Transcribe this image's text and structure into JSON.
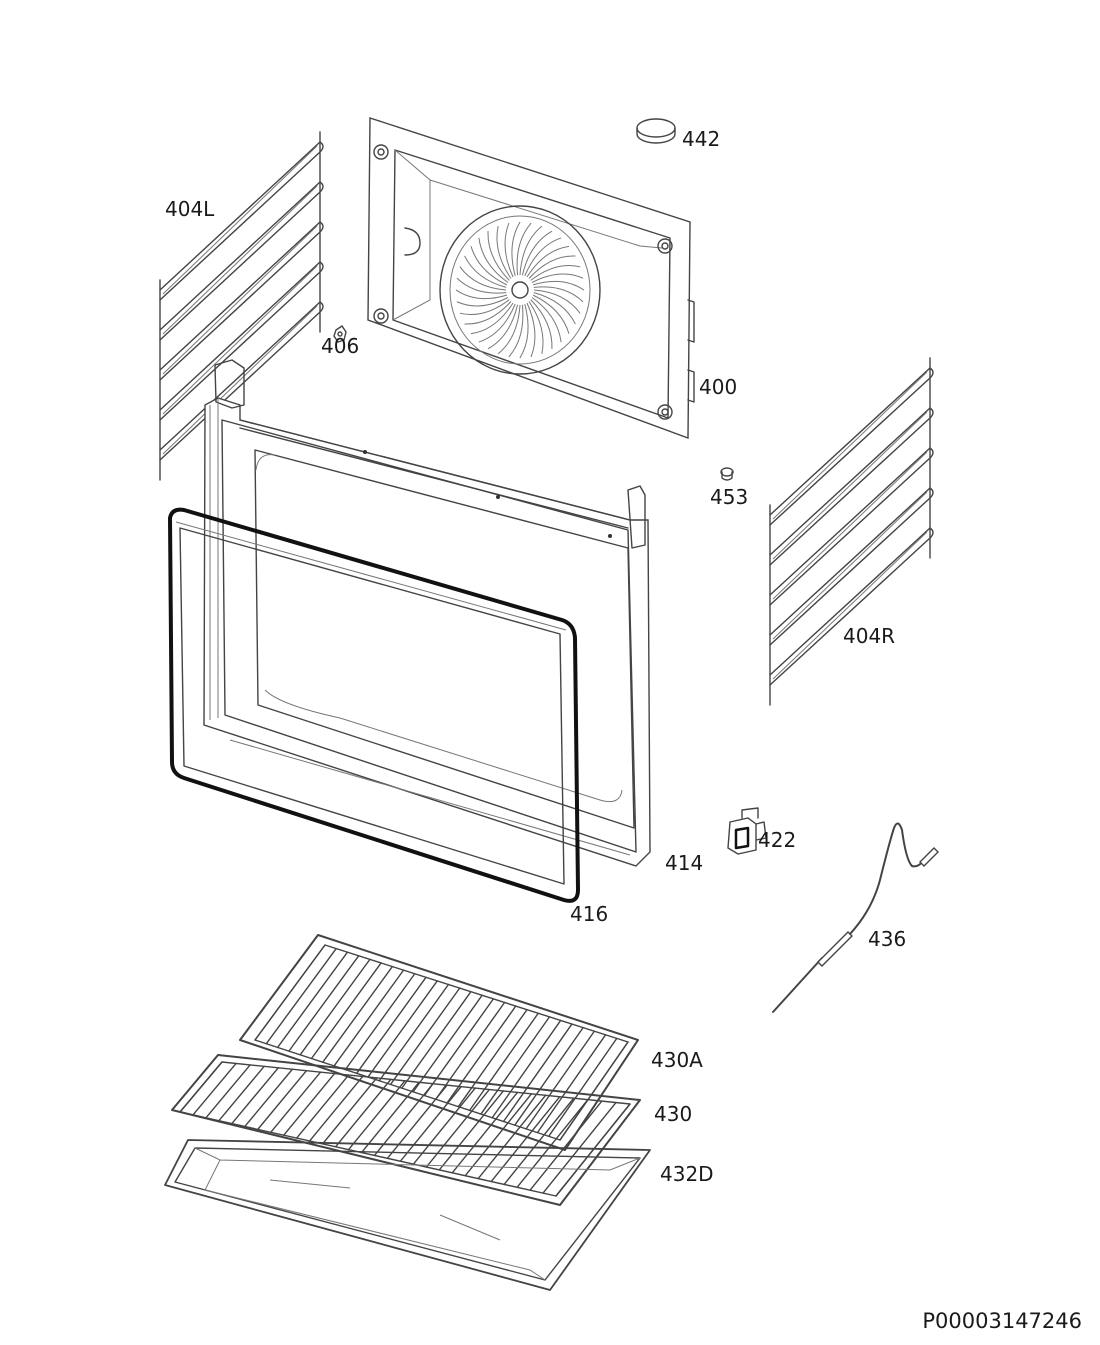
{
  "diagram": {
    "parts": [
      {
        "id": "p442",
        "label": "442"
      },
      {
        "id": "p404L",
        "label": "404L"
      },
      {
        "id": "p406",
        "label": "406"
      },
      {
        "id": "p400",
        "label": "400"
      },
      {
        "id": "p453",
        "label": "453"
      },
      {
        "id": "p404R",
        "label": "404R"
      },
      {
        "id": "p414",
        "label": "414"
      },
      {
        "id": "p416",
        "label": "416"
      },
      {
        "id": "p422",
        "label": "422"
      },
      {
        "id": "p436",
        "label": "436"
      },
      {
        "id": "p430A",
        "label": "430A"
      },
      {
        "id": "p430",
        "label": "430"
      },
      {
        "id": "p432D",
        "label": "432D"
      }
    ],
    "reference_code": "P00003147246"
  }
}
